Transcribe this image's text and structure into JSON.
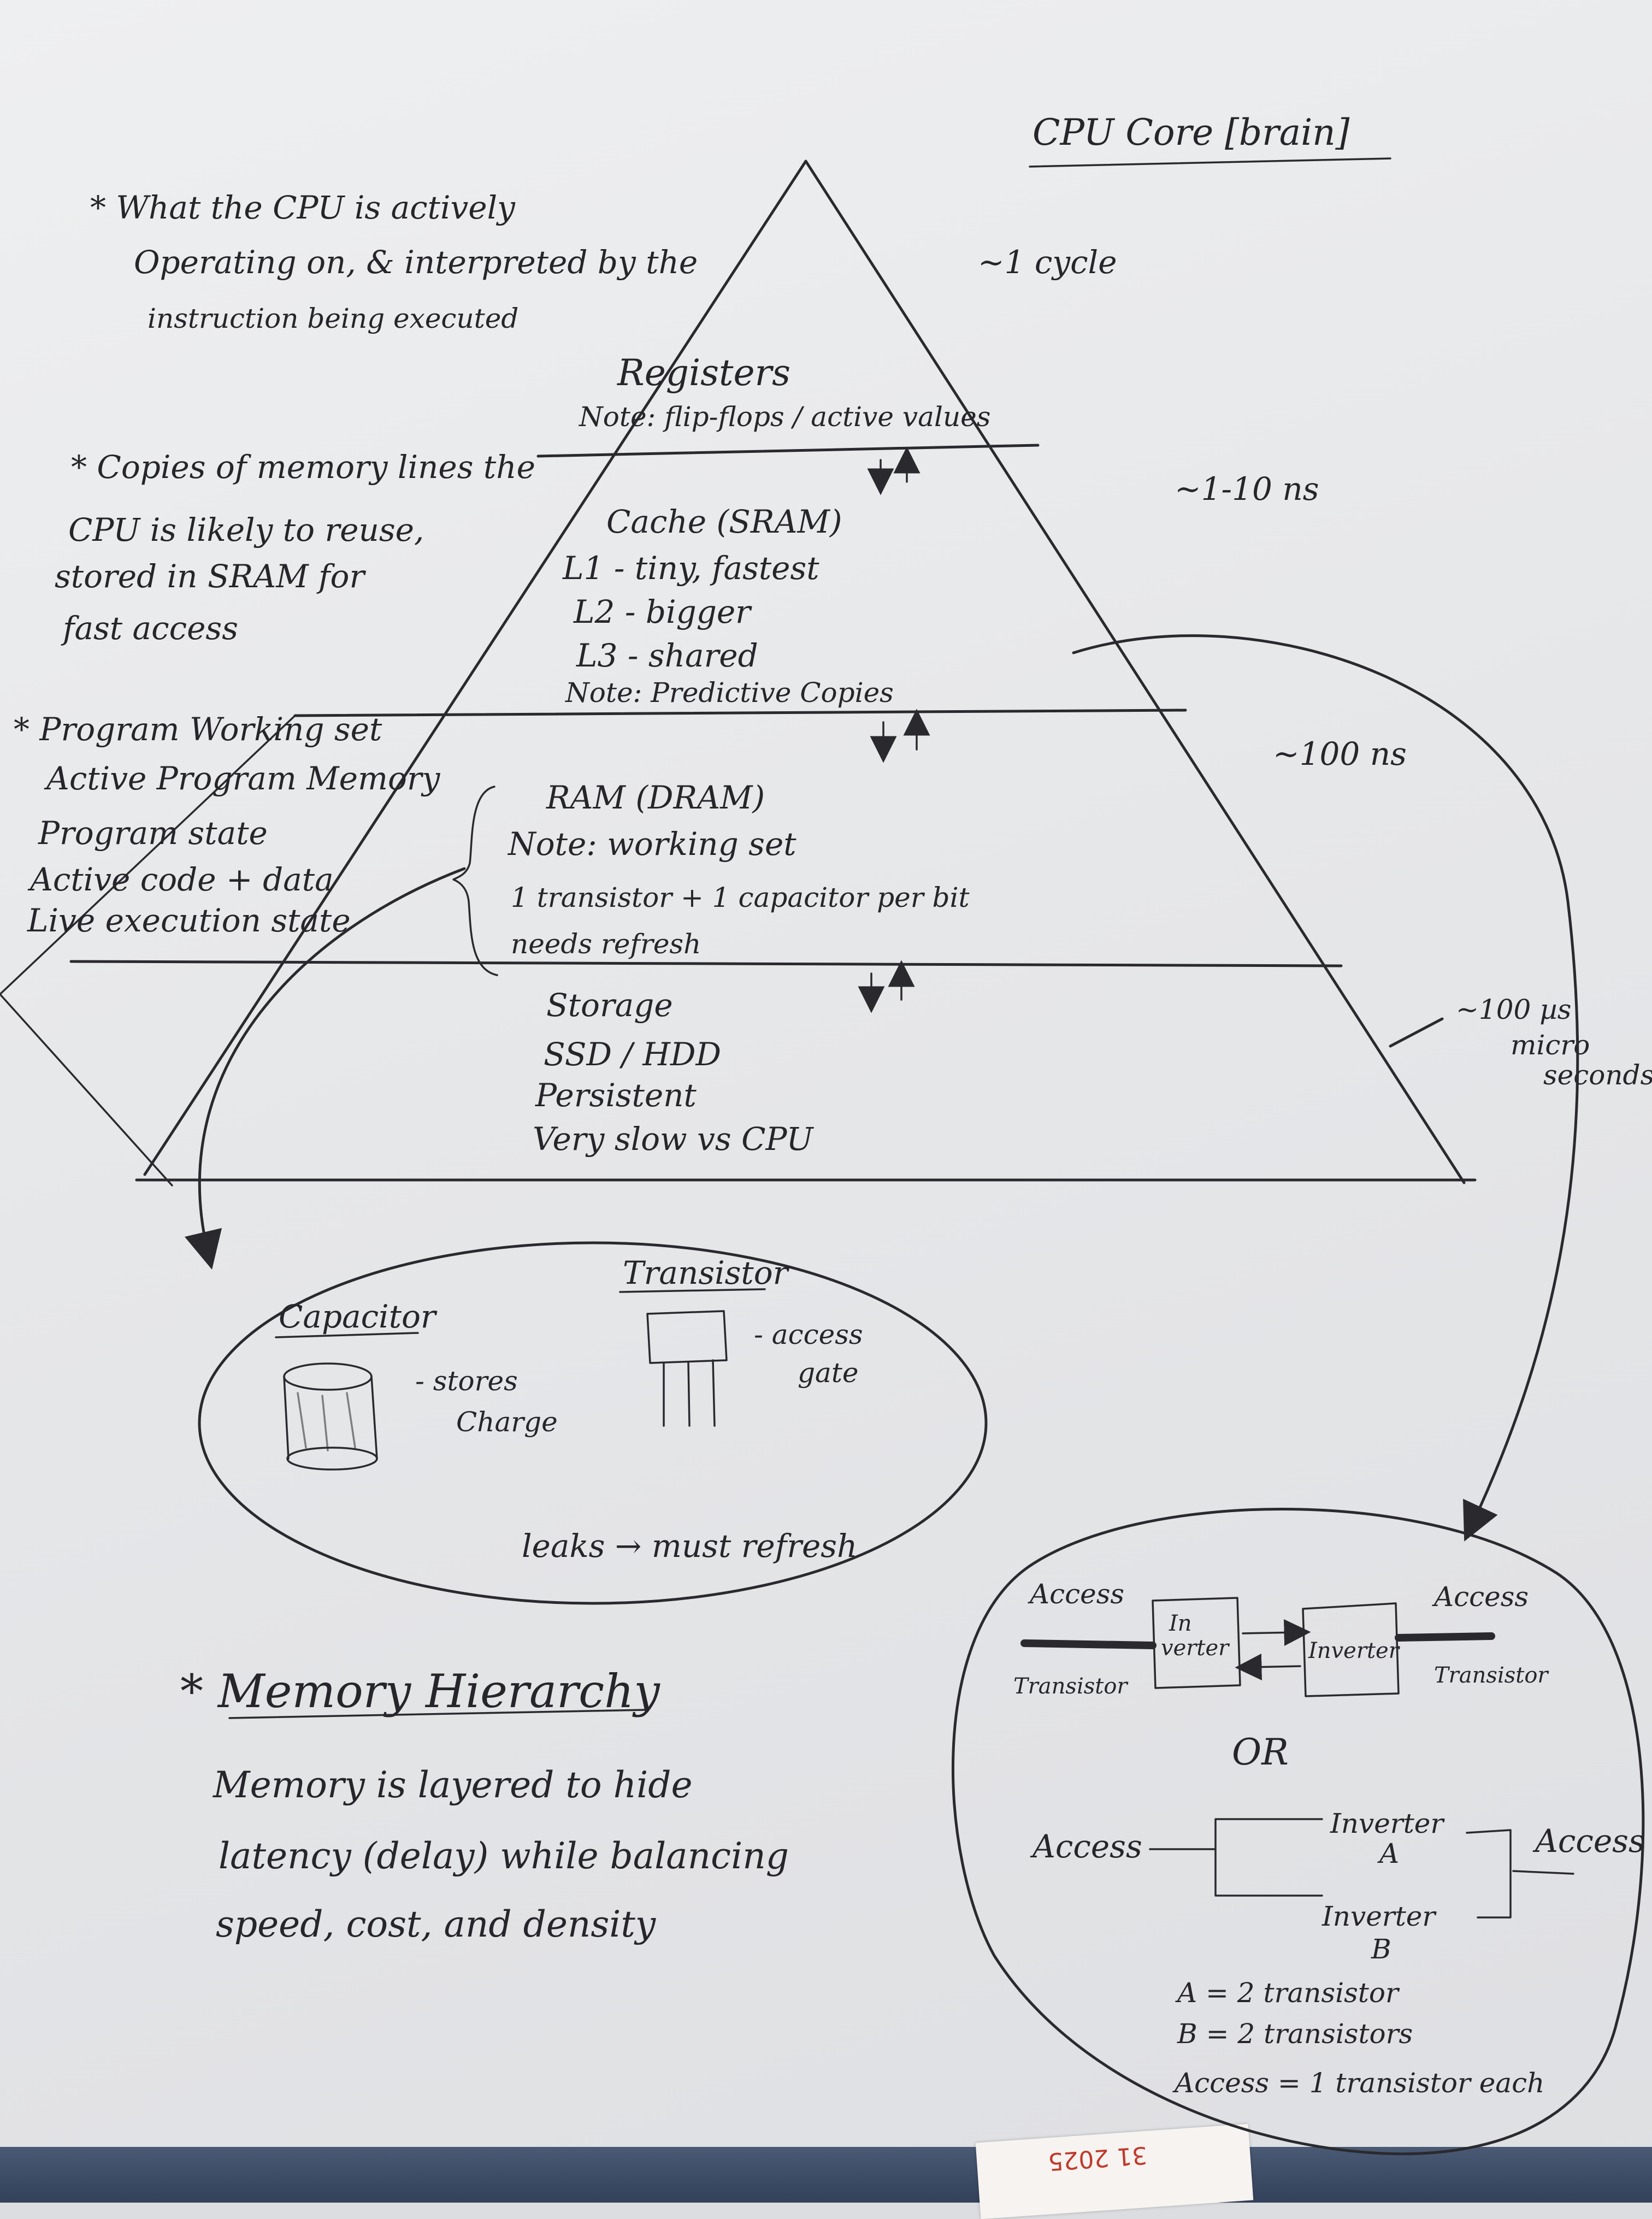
{
  "title": "CPU Core [brain]",
  "latency": {
    "registers": "~1 cycle",
    "cache": "~1-10 ns",
    "ram": "~100 ns",
    "storage_1": "~100 µs",
    "storage_2": "micro",
    "storage_3": "seconds"
  },
  "notes": {
    "registers_note": [
      "* What the CPU is actively",
      "Operating on, & interpreted by the",
      "instruction being executed"
    ],
    "cache_note": [
      "* Copies of memory lines the",
      "CPU is likely to reuse,",
      "stored in SRAM for",
      "fast access"
    ],
    "ram_note": [
      "* Program Working set",
      "Active Program Memory",
      "Program state",
      "Active code + data",
      "Live execution state"
    ]
  },
  "pyramid": {
    "registers": {
      "title": "Registers",
      "lines": [
        "Note: flip-flops / active values"
      ]
    },
    "cache": {
      "title": "Cache (SRAM)",
      "lines": [
        "L1 - tiny, fastest",
        "L2 - bigger",
        "L3 - shared",
        "Note: Predictive Copies"
      ]
    },
    "ram": {
      "title": "RAM (DRAM)",
      "lines": [
        "Note: working set",
        "1 transistor + 1 capacitor per bit",
        "needs refresh"
      ]
    },
    "storage": {
      "title": "Storage",
      "lines": [
        "SSD / HDD",
        "Persistent",
        "Very slow vs CPU"
      ]
    }
  },
  "dram_cell": {
    "capacitor_label": "Capacitor",
    "capacitor_desc": [
      "- stores",
      "Charge"
    ],
    "transistor_label": "Transistor",
    "transistor_desc": [
      "- access",
      "gate"
    ],
    "footer": "leaks → must refresh"
  },
  "sram_cell": {
    "access_left": "Access",
    "access_right": "Access",
    "transistor_left": "Transistor",
    "transistor_right": "Transistor",
    "inverter_1": [
      "In",
      "verter"
    ],
    "inverter_2": "Inverter",
    "or": "OR",
    "access_left_2": "Access",
    "access_right_2": "Access",
    "inverter_a": [
      "Inverter",
      "A"
    ],
    "inverter_b": [
      "Inverter",
      "B"
    ],
    "counts": [
      "A = 2 transistor",
      "B = 2 transistors",
      "Access = 1 transistor each"
    ]
  },
  "summary": {
    "heading": "* Memory Hierarchy",
    "lines": [
      "Memory is layered to hide",
      "latency (delay) while balancing",
      "speed, cost, and density"
    ]
  },
  "sticky": "31 2025"
}
